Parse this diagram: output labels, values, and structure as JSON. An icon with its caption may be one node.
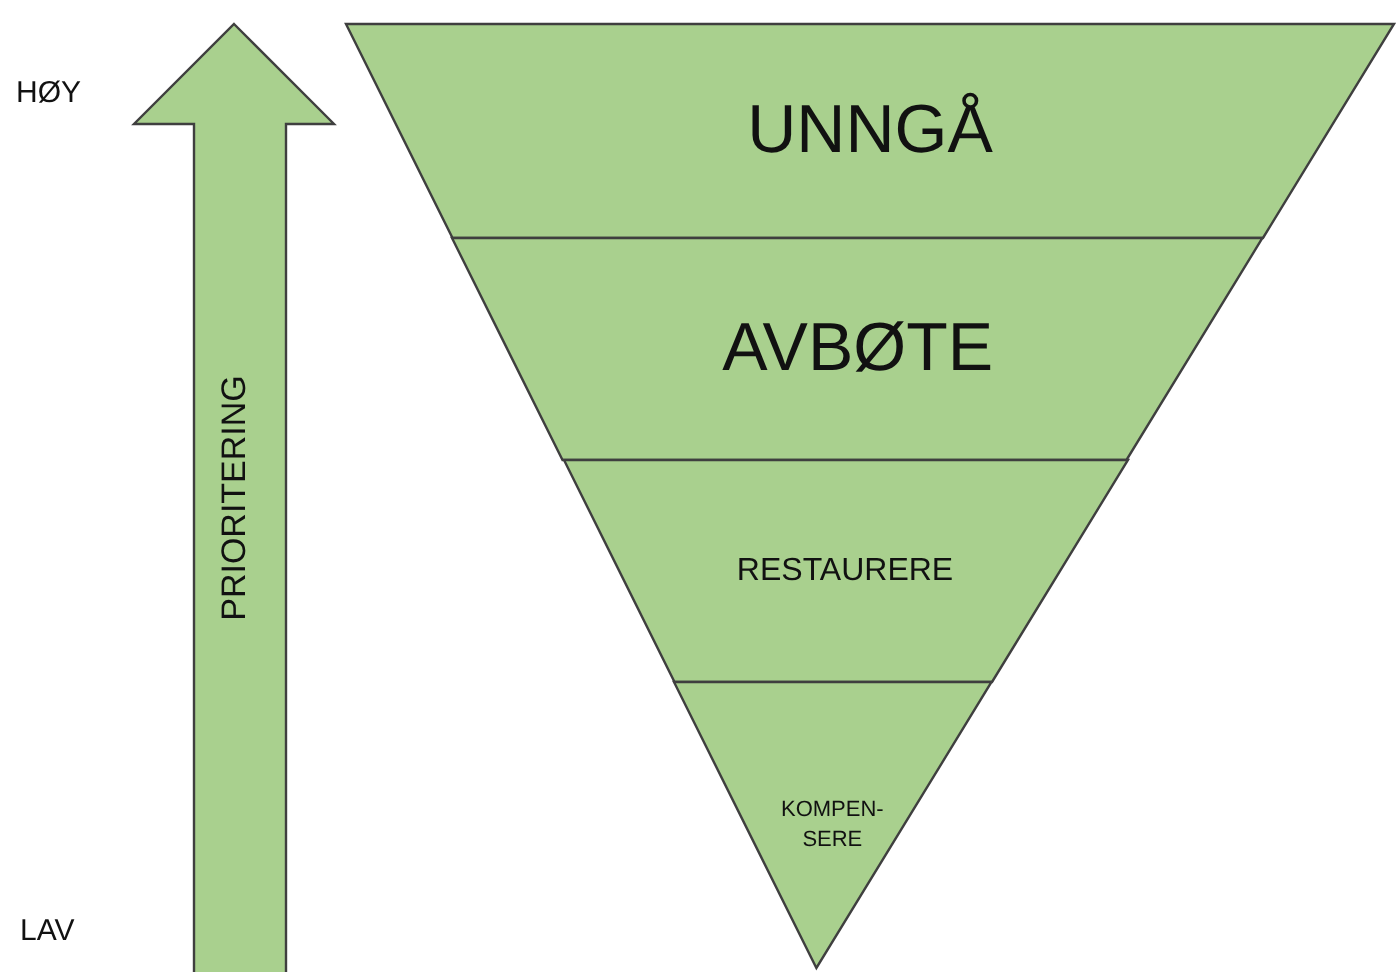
{
  "diagram": {
    "nodes": [
      {
        "text": [
          "UNNGÅ"
        ]
      },
      {
        "text": [
          "AVBØTE"
        ]
      },
      {
        "text": [
          "RESTAURERE"
        ]
      },
      {
        "text": [
          "KOMPEN- SERE"
        ]
      },
      {
        "text": [
          "PRIORITERING"
        ]
      }
    ],
    "labels": [
      "HØY",
      "LAV"
    ]
  }
}
